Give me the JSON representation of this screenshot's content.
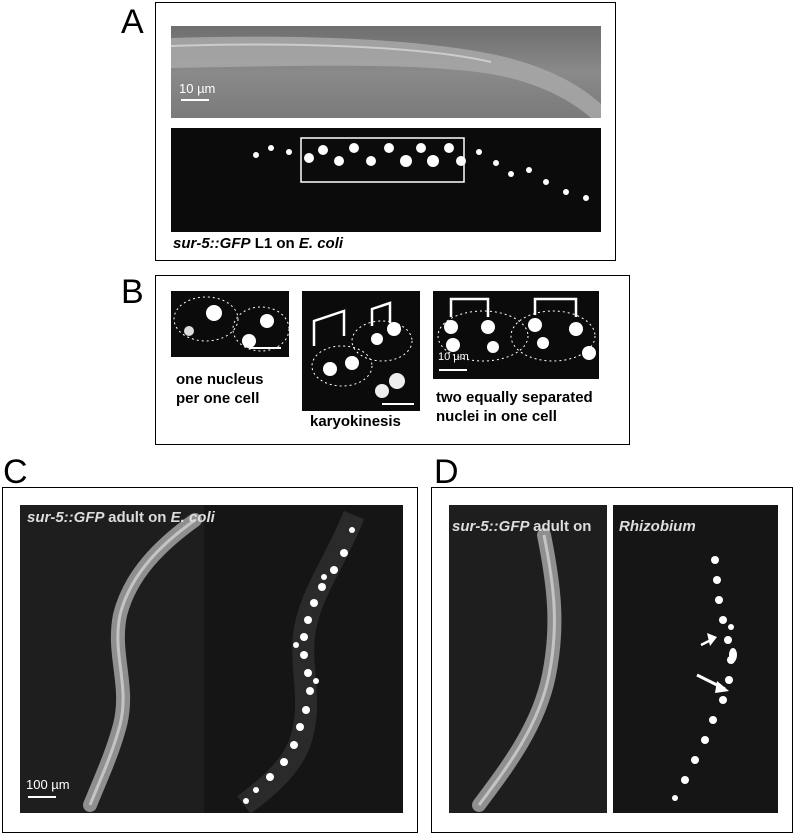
{
  "panels": {
    "a": {
      "label": "A",
      "scale_bar": "10 µm",
      "caption": {
        "strain": "sur-5::GFP",
        "stage": "L1 on",
        "food": "E. coli"
      }
    },
    "b": {
      "label": "B",
      "scale_bar": "10 µm",
      "captions": [
        "one nucleus per one cell",
        "karyokinesis",
        "two equally separated nuclei in one cell"
      ]
    },
    "c": {
      "label": "C",
      "overlay": {
        "strain": "sur-5::GFP",
        "rest": "adult on",
        "food": "E. coli"
      },
      "scale_bar": "100 µm"
    },
    "d": {
      "label": "D",
      "overlay": {
        "strain": "sur-5::GFP",
        "rest": "adult on",
        "food": "Rhizobium"
      }
    }
  },
  "colors": {
    "fluorescence_background": "#0b0b0b",
    "nucleus": "#ffffff",
    "dic_gray": "#7a7a7a"
  }
}
